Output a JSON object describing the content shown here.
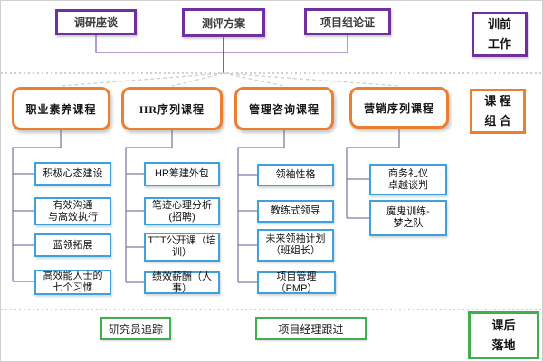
{
  "pre_training": {
    "boxes": [
      "调研座谈",
      "测评方案",
      "项目组论证"
    ],
    "stage_label": "训前\n工作"
  },
  "course_mix": {
    "stage_label": "课 程\n组 合",
    "columns": [
      {
        "title": "职业素养课程",
        "items": [
          "积极心态建设",
          "有效沟通\n与高效执行",
          "蓝领拓展",
          "高效能人士的\n七个习惯"
        ]
      },
      {
        "title": "HR序列课程",
        "items": [
          "HR筹建外包",
          "笔迹心理分析\n(招聘)",
          "TTT公开课（培\n训）",
          "绩效薪酬（人事）"
        ]
      },
      {
        "title": "管理咨询课程",
        "items": [
          "领袖性格",
          "教练式领导",
          "未来领袖计划\n（班组长）",
          "项目管理（PMP）"
        ]
      },
      {
        "title": "营销序列课程",
        "items": [
          "商务礼仪\n卓越谈判",
          "魔鬼训练-\n梦之队"
        ]
      }
    ]
  },
  "post_training": {
    "boxes": [
      "研究员追踪",
      "项目经理跟进"
    ],
    "stage_label": "课后\n落地"
  },
  "colors": {
    "purple_border": "#7030A0",
    "orange_border": "#ED7D31",
    "blue_border": "#3FA0DA",
    "green_border": "#43AD4F",
    "connector_slate": "#7E7CA8",
    "connector_purple_light": "#9B7EC2",
    "connector_purple_dark": "#5E3A8E",
    "separator_dotted": "#C9C9C9"
  }
}
